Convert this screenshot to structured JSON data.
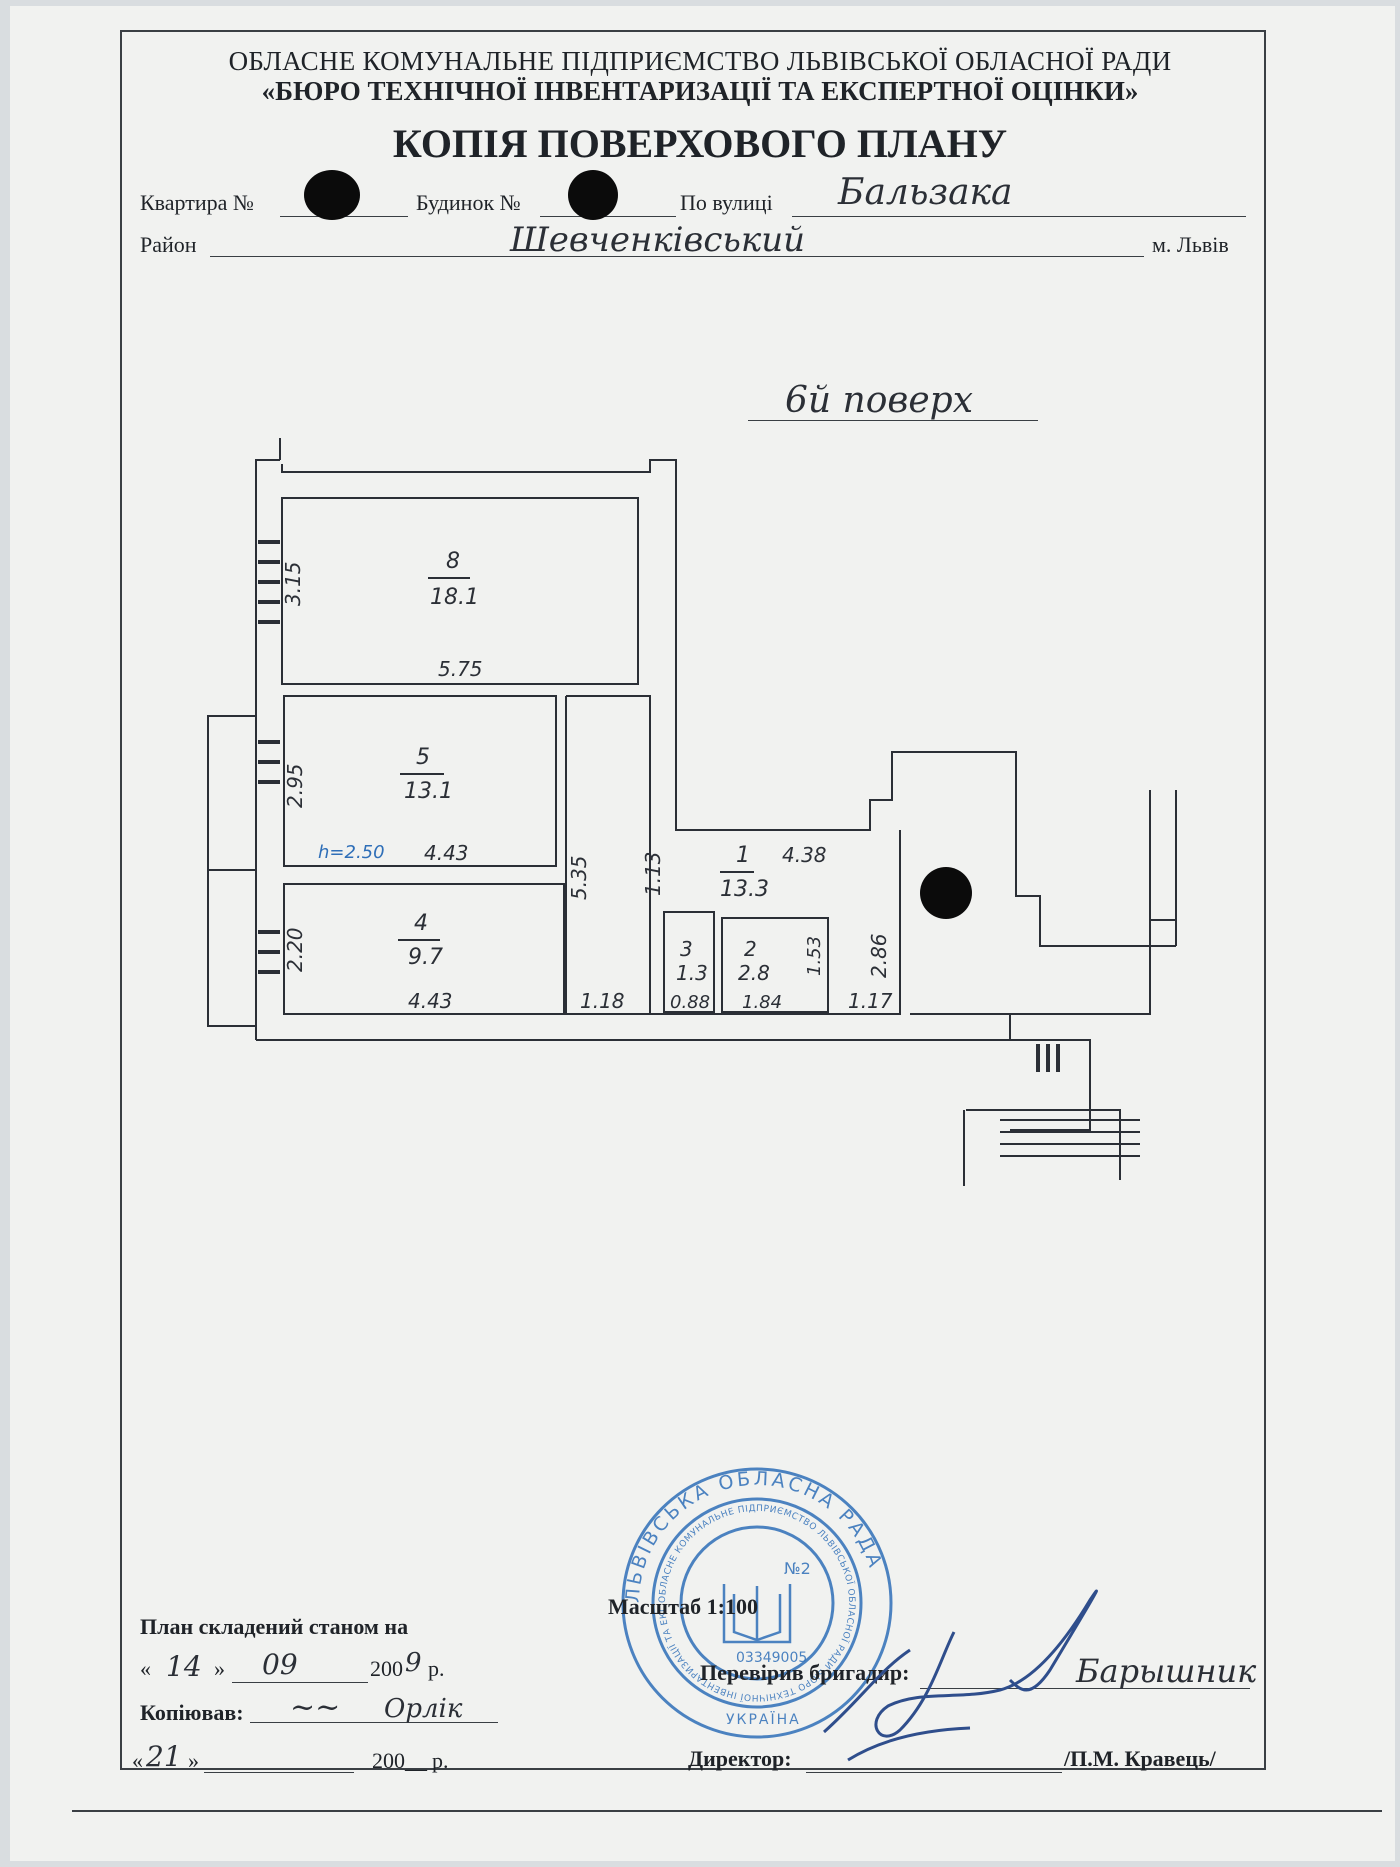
{
  "header": {
    "org_line1": "ОБЛАСНЕ КОМУНАЛЬНЕ ПІДПРИЄМСТВО ЛЬВІВСЬКОЇ ОБЛАСНОЇ РАДИ",
    "org_line2": "«БЮРО ТЕХНІЧНОЇ ІНВЕНТАРИЗАЦІЇ ТА ЕКСПЕРТНОЇ ОЦІНКИ»",
    "title": "КОПІЯ ПОВЕРХОВОГО ПЛАНУ"
  },
  "fields": {
    "apartment_label": "Квартира №",
    "building_label": "Будинок №",
    "street_label": "По вулиці",
    "street_value": "Бальзака",
    "district_label": "Район",
    "district_value": "Шевченківський",
    "city": "м. Львів"
  },
  "plan": {
    "floor_label": "6й поверх",
    "rooms": [
      {
        "number": "8",
        "area": "18.1"
      },
      {
        "number": "5",
        "area": "13.1"
      },
      {
        "number": "4",
        "area": "9.7"
      },
      {
        "number": "1",
        "area": "13.3"
      },
      {
        "number": "3",
        "area": "1.3"
      },
      {
        "number": "2",
        "area": "2.8"
      }
    ],
    "dimensions": {
      "room8_h": "3.15",
      "room8_w": "5.75",
      "room5_h": "2.95",
      "room5_w": "4.43",
      "room4_h": "2.20",
      "room4_w": "4.43",
      "corridor_h": "5.35",
      "corridor_w": "1.18",
      "hall_h": "1.13",
      "hall_w": "4.38",
      "room3_w": "0.88",
      "room2_w": "1.84",
      "room2_h": "1.53",
      "side_h": "2.86",
      "side_w": "1.17",
      "ceiling": "h=2.50"
    }
  },
  "footer": {
    "plan_state_label": "План складений станом на",
    "date1_day": "14",
    "date1_month": "09",
    "date1_year_prefix": "200",
    "date1_year_digit": "9",
    "year_suffix": "р.",
    "copied_label": "Копіював:",
    "copied_value": "Орлік",
    "date2_day": "21",
    "date2_year": "200__",
    "scale_label": "Масштаб 1:100",
    "checked_label": "Перевірив бригадир:",
    "checked_name": "Барышник",
    "director_label": "Директор:",
    "director_name": "/П.М. Кравець/",
    "quote_open": "«",
    "quote_close": "»"
  },
  "stamp": {
    "outer_text": "ЛЬВІВСЬКА ОБЛАСНА РАДА",
    "middle_text": "ОБЛАСНЕ КОМУНАЛЬНЕ ПІДПРИЄМСТВО ЛЬВІВСЬКОЇ ОБЛАСНОЇ РАДИ БЮРО ТЕХНІЧНОЇ ІНВЕНТАРИЗАЦІЇ ТА ЕКСПЕРТНОЇ ОЦІНКИ",
    "center_number": "№2",
    "code": "03349005",
    "country": "УКРАЇНА",
    "color": "#2f6fb8"
  },
  "colors": {
    "ink": "#2b2f36",
    "stamp": "#2f6fb8",
    "redaction": "#0b0b0b"
  }
}
